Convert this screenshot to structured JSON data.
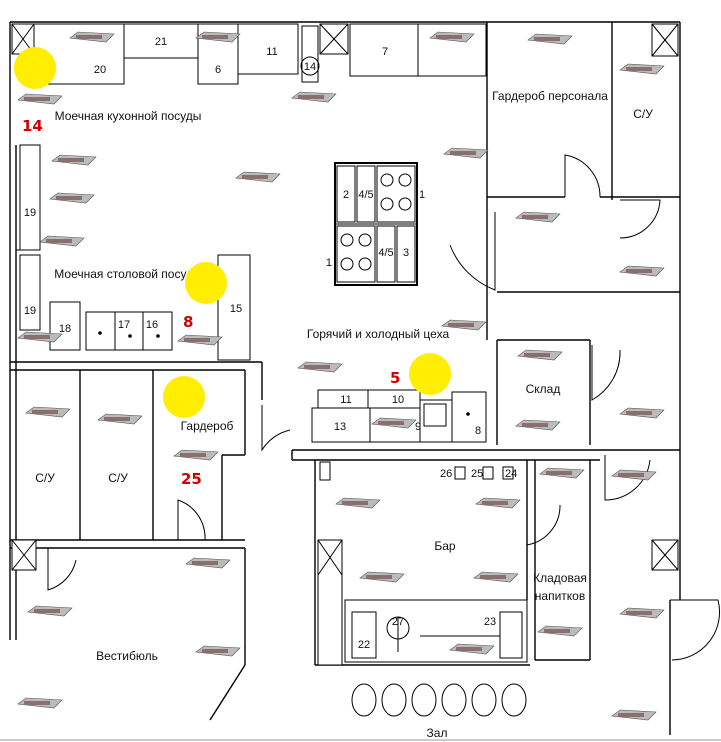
{
  "rooms": {
    "dishwash_kitchen": "Моечная кухонной посуды",
    "dishwash_table": "Моечная столовой посуды",
    "hot_cold": "Горячий и холодный цеха",
    "staff_wardrobe": "Гардероб персонала",
    "wc_top": "С/У",
    "storage": "Склад",
    "wardrobe": "Гардероб",
    "wc_1": "С/У",
    "wc_2": "С/У",
    "bar": "Бар",
    "drinks_storage_1": "Кладовая",
    "drinks_storage_2": "напитков",
    "vestibule": "Вестибюль",
    "hall": "Зал"
  },
  "equipment": {
    "n20": "20",
    "n21": "21",
    "n6": "6",
    "n11a": "11",
    "n14": "14",
    "n7": "7",
    "n19a": "19",
    "n19b": "19",
    "n18": "18",
    "n17": "17",
    "n16": "16",
    "n15": "15",
    "n2": "2",
    "n45a": "4/5",
    "n1a": "1",
    "n1b": "1",
    "n45b": "4/5",
    "n3": "3",
    "n11b": "11",
    "n10": "10",
    "n13": "13",
    "n9": "9",
    "n8": "8",
    "n26": "26",
    "n25": "25",
    "n24": "24",
    "n27": "27",
    "n22": "22",
    "n23": "23"
  },
  "markers": [
    {
      "label": "14"
    },
    {
      "label": "8"
    },
    {
      "label": "5"
    },
    {
      "label": "25"
    }
  ]
}
